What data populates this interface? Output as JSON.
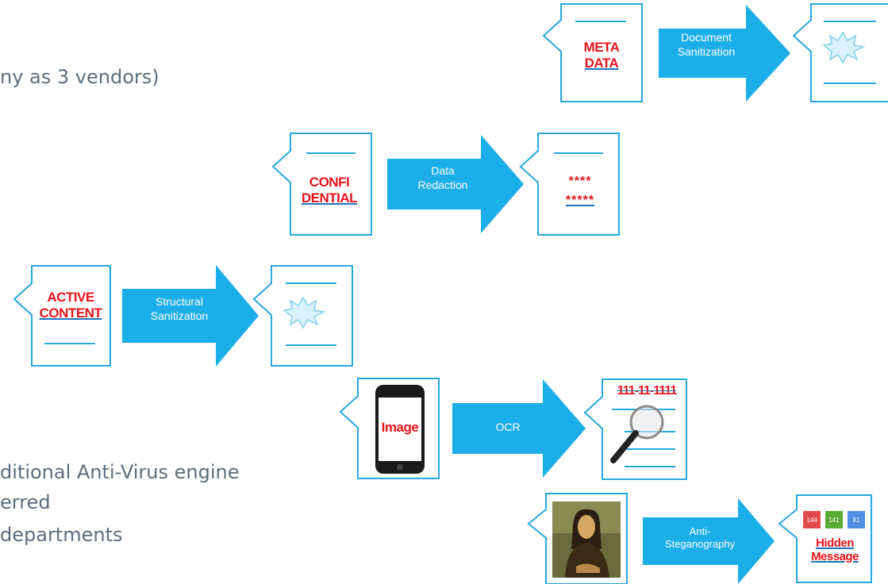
{
  "background_text": {
    "line1": "ny as 3 vendors)",
    "line2": "ditional Anti-Virus engine",
    "line3": "erred",
    "line4": "departments"
  },
  "flows": {
    "metadata": {
      "input_line1": "META",
      "input_line2": "DATA",
      "arrow_line1": "Document",
      "arrow_line2": "Sanitization"
    },
    "redaction": {
      "input_line1": "CONFI",
      "input_line2": "DENTIAL",
      "arrow_line1": "Data",
      "arrow_line2": "Redaction",
      "output_line1": "****",
      "output_line2": "*****"
    },
    "active": {
      "input_line1": "ACTIVE",
      "input_line2": "CONTENT",
      "arrow_line1": "Structural",
      "arrow_line2": "Sanitization"
    },
    "ocr": {
      "input_label": "Image",
      "arrow_label": "OCR",
      "output_label": "111-11-1111"
    },
    "stego": {
      "arrow_line1": "Anti-",
      "arrow_line2": "Steganography",
      "pixel_values": [
        "144",
        "141",
        "81"
      ],
      "output_line1": "Hidden",
      "output_line2": "Message"
    }
  },
  "colors": {
    "arrow_fill": "#1caee8",
    "doc_stroke": "#29a8e0",
    "label_red": "#e8141c",
    "pixel_red": "#e24b4b",
    "pixel_green": "#5aab35",
    "pixel_blue": "#4c8ee0"
  }
}
